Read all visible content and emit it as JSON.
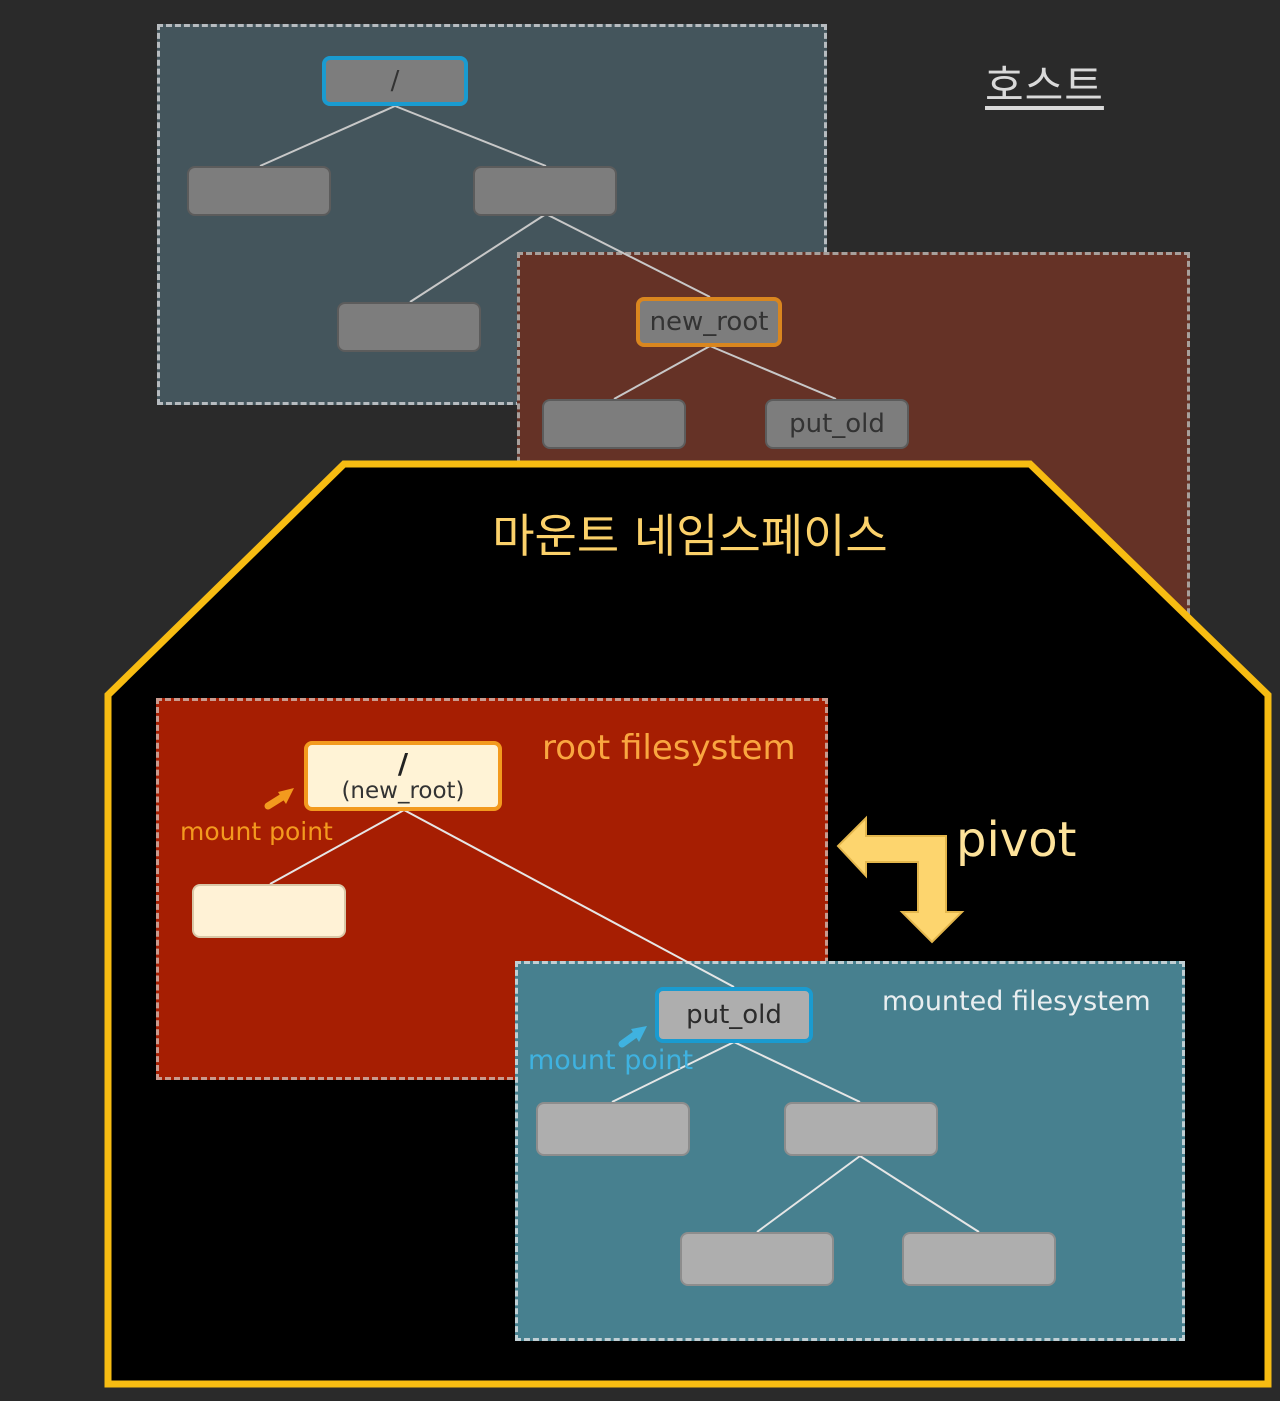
{
  "host": {
    "label": "호스트"
  },
  "host_tree": {
    "root_label": "/"
  },
  "host_subtree": {
    "new_root_label": "new_root",
    "put_old_label": "put_old"
  },
  "namespace": {
    "title": "마운트 네임스페이스"
  },
  "root_fs": {
    "label": "root filesystem",
    "root_slash": "/",
    "root_sub": "(new_root)",
    "mount_point_label": "mount point"
  },
  "pivot": {
    "label": "pivot"
  },
  "mounted_fs": {
    "label": "mounted filesystem",
    "put_old_label": "put_old",
    "mount_point_label": "mount point"
  },
  "colors": {
    "namespace_border": "#f7bc12",
    "namespace_title": "#fbd16a",
    "root_fs_bg": "#a61e02",
    "mounted_fs_bg": "#47808f",
    "pivot_arrow": "#fdd56e",
    "highlight_blue": "#1a9bd0",
    "highlight_orange": "#f39a1e"
  }
}
